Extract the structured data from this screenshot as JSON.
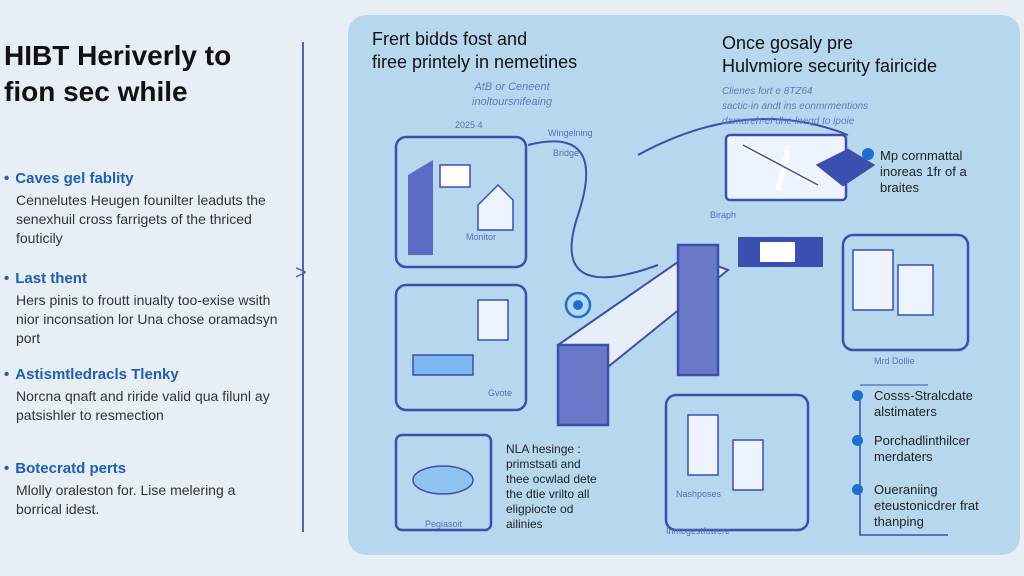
{
  "left": {
    "title_line1": "HIBT Heriverly to",
    "title_line2": "fion sec while",
    "bullets": [
      {
        "heading": "Caves gel fablity",
        "body": "Cennelutes Heugen founilter leaduts the senexhuil cross farrigets of the thriced fouticily"
      },
      {
        "heading": "Last thent",
        "body": "Hers pinis to froutt inualty too-exise wsith nior inconsation lor Una chose oramadsyn port"
      },
      {
        "heading": "Astismtledracls Tlenky",
        "body": "Norcna qnaft and riride valid qua filunl ay patsishler to resmection"
      },
      {
        "heading": "Botecratd perts",
        "body": "Mlolly oraleston for. Lise melering a borrical idest."
      }
    ]
  },
  "panel": {
    "left_title_1": "Frert bidds fost and",
    "left_title_2": "firee printely in nemetines",
    "left_sub_1": "AtB or Ceneent",
    "left_sub_2": "inoltoursnifeaing",
    "right_title_1": "Once gosaly pre",
    "right_title_2": "Hulvmiore security fairicide",
    "right_sub_1": "Clienes fort e 8TZ64",
    "right_sub_2": "sactic-in andt ins eonmrmentions",
    "right_sub_3": "damareh-el dhe lneqd to ipoie",
    "callout": "Mp cornmattal inoreas 1fr of a braites",
    "middle_text": "NLA hesinge : primstsati and thee ocwlad dete the dtie vrilto all eligpiocte od ailinies",
    "steps": [
      "Cosss-Stralcdate alstimaters",
      "Porchadlinthilcer merdaters",
      "Oueraniing eteustonicdrer frat thanping"
    ],
    "labels": {
      "year": "2025 4",
      "widget": "Wingelning",
      "bridge": "Bridge",
      "monitor": "Monitor",
      "gvote": "Gvote",
      "mrd": "Mrd Dollie",
      "pegiasoit": "Pegiasoit",
      "nashposes": "Nashposes",
      "bottom": "Inmogestfuwere",
      "graph": "Biraph"
    }
  },
  "colors": {
    "accent": "#1d5fb0",
    "line": "#3a4fb0",
    "panel": "#b7d7ef"
  }
}
